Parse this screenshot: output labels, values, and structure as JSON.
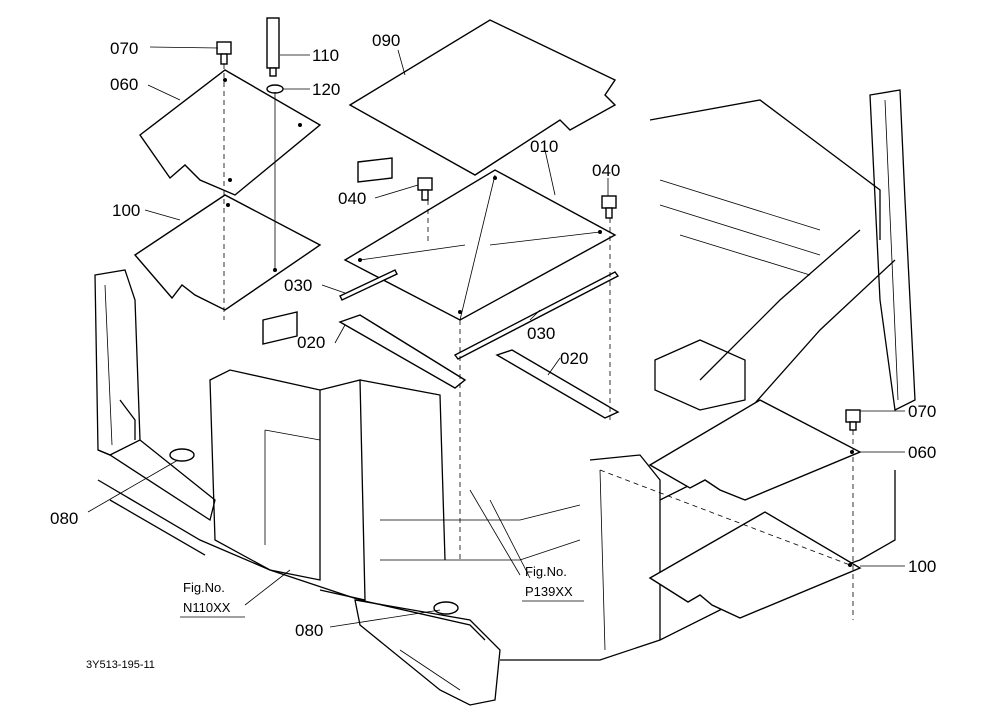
{
  "callouts": {
    "c070_top": "070",
    "c110": "110",
    "c120": "120",
    "c090": "090",
    "c060_top": "060",
    "c010": "010",
    "c040_left": "040",
    "c040_right": "040",
    "c100_top": "100",
    "c030_left": "030",
    "c030_right": "030",
    "c020_left": "020",
    "c020_right": "020",
    "c070_right": "070",
    "c060_right": "060",
    "c100_right": "100",
    "c080_left": "080",
    "c080_bottom": "080"
  },
  "refs": {
    "fig_left_line1": "Fig.No.",
    "fig_left_line2": "N110XX",
    "fig_right_line1": "Fig.No.",
    "fig_right_line2": "P139XX"
  },
  "drawing_code": "3Y513-195-11"
}
